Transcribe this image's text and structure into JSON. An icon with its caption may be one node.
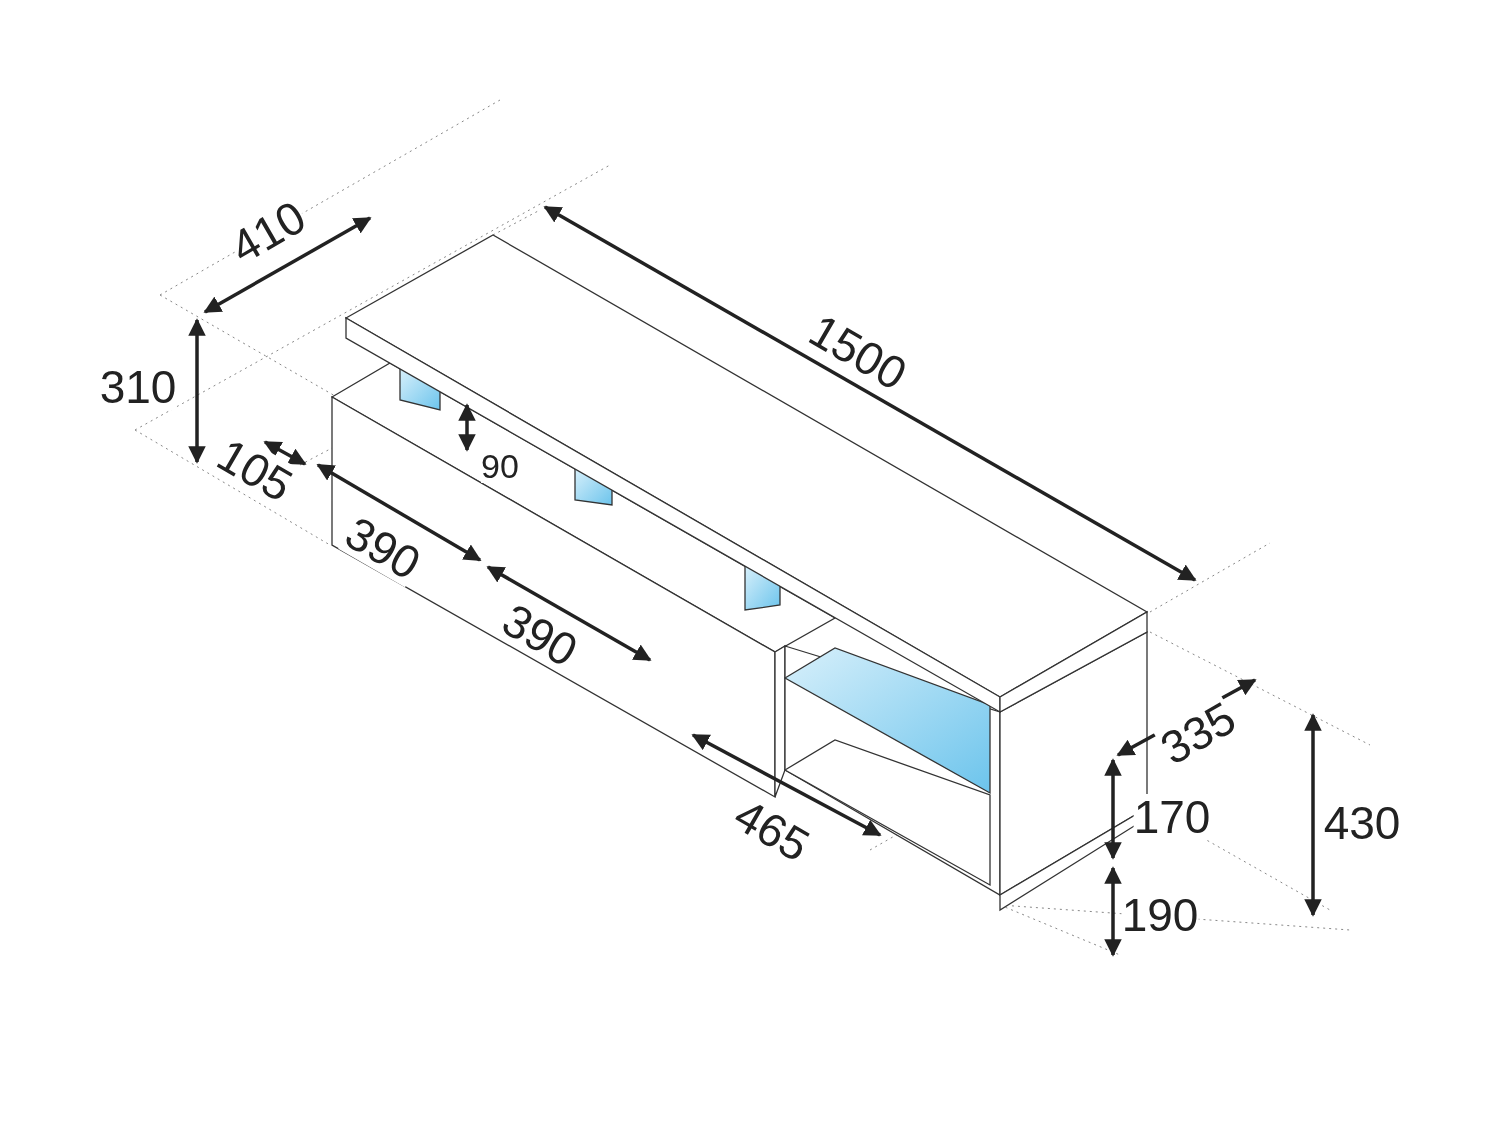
{
  "diagram": {
    "labels": [
      "410",
      "1500",
      "310",
      "105",
      "90",
      "390",
      "390",
      "335",
      "465",
      "170",
      "430",
      "190"
    ]
  }
}
